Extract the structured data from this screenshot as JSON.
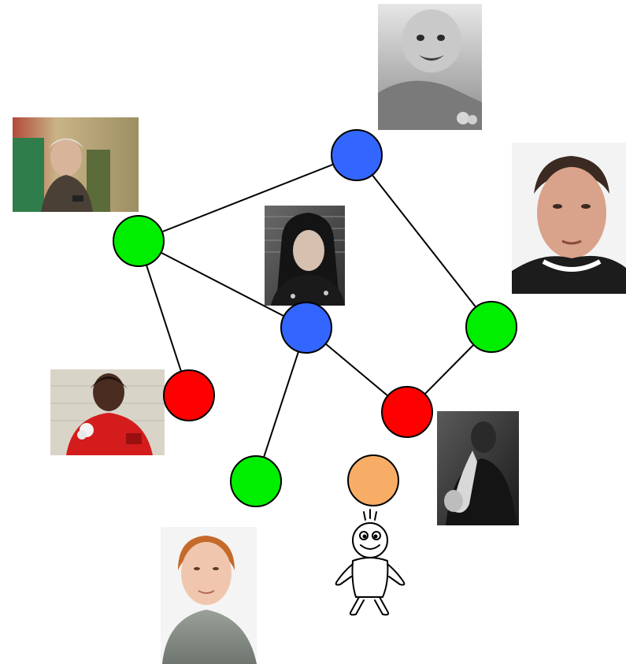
{
  "graph": {
    "node_colors": {
      "blue": "#3366ff",
      "green": "#00ee00",
      "red": "#ff0000",
      "orange": "#f7ad66"
    },
    "edge_color": "#000000",
    "nodes": [
      {
        "id": "n-top",
        "color": "blue"
      },
      {
        "id": "n-left",
        "color": "green"
      },
      {
        "id": "n-center",
        "color": "blue"
      },
      {
        "id": "n-right",
        "color": "green"
      },
      {
        "id": "n-left-low",
        "color": "red"
      },
      {
        "id": "n-right-low",
        "color": "red"
      },
      {
        "id": "n-bottom-left",
        "color": "green"
      },
      {
        "id": "n-bottom-center",
        "color": "orange"
      }
    ],
    "edges": [
      [
        "n-top",
        "n-left"
      ],
      [
        "n-top",
        "n-right"
      ],
      [
        "n-left",
        "n-center"
      ],
      [
        "n-left",
        "n-left-low"
      ],
      [
        "n-center",
        "n-bottom-left"
      ],
      [
        "n-center",
        "n-right-low"
      ],
      [
        "n-right",
        "n-right-low"
      ]
    ]
  },
  "photos": [
    {
      "name": "baby-photo"
    },
    {
      "name": "elderly-man-photo"
    },
    {
      "name": "man-portrait-photo"
    },
    {
      "name": "long-haired-man-photo"
    },
    {
      "name": "woman-red-shirt-photo"
    },
    {
      "name": "saxophonist-photo"
    },
    {
      "name": "red-haired-teen-photo"
    }
  ],
  "cartoon": {
    "name": "cartoon-person-drawing"
  }
}
